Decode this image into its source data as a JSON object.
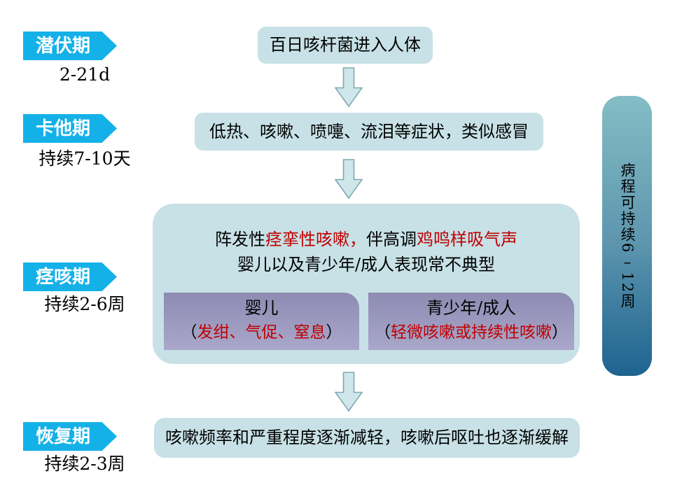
{
  "colors": {
    "stage_arrow_fill": "#14b1e8",
    "stage_arrow_text": "#ffffff",
    "flow_box_fill": "#c7e1e6",
    "down_arrow_fill": "#cfe7ea",
    "down_arrow_border": "#7fa8b3",
    "purple_box_top": "#8d8bb2",
    "purple_box_bottom": "#a9a7ca",
    "sidebar_gradient_top": "#84bdc5",
    "sidebar_gradient_bottom": "#1e6390",
    "highlight_red_text": "#c00000",
    "body_text": "#000000"
  },
  "stages": [
    {
      "label": "潜伏期",
      "duration": "2-21d"
    },
    {
      "label": "卡他期",
      "duration": "持续7-10天"
    },
    {
      "label": "痉咳期",
      "duration": "持续2-6周"
    },
    {
      "label": "恢复期",
      "duration": "持续2-3周"
    }
  ],
  "flow": {
    "entry_box": "百日咳杆菌进入人体",
    "catarrhal_box": "低热、咳嗽、喷嚏、流泪等症状，类似感冒",
    "paroxysmal_box": {
      "line1_segments": [
        {
          "text": "阵发性",
          "cls": "black"
        },
        {
          "text": "痉挛性咳嗽，",
          "cls": "red"
        },
        {
          "text": "伴高调",
          "cls": "black"
        },
        {
          "text": "鸡鸣样吸气声",
          "cls": "red"
        }
      ],
      "line2": "婴儿以及青少年/成人表现常不典型",
      "infant_box": {
        "title": "婴儿",
        "detail_segments": [
          {
            "text": "（",
            "cls": "black"
          },
          {
            "text": "发绀、气促、窒息",
            "cls": "red"
          },
          {
            "text": "）",
            "cls": "black"
          }
        ]
      },
      "adult_box": {
        "title": "青少年/成人",
        "detail_segments": [
          {
            "text": "（",
            "cls": "black"
          },
          {
            "text": "轻微咳嗽或持续性咳嗽",
            "cls": "red"
          },
          {
            "text": "）",
            "cls": "black"
          }
        ]
      }
    },
    "convalescent_box": "咳嗽频率和严重程度逐渐减轻，咳嗽后呕吐也逐渐缓解"
  },
  "sidebar": {
    "segments": [
      {
        "text": "病程可持续",
        "cls": "cjk"
      },
      {
        "text": "6",
        "cls": "cjk"
      },
      {
        "text": "–",
        "cls": "upright"
      },
      {
        "text": "12",
        "cls": "cjk"
      },
      {
        "text": "周",
        "cls": "cjk"
      }
    ]
  }
}
